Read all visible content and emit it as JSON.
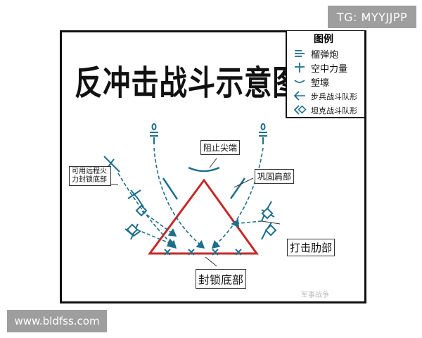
{
  "badges": {
    "tg": "TG: MYYJJPP",
    "url": "www.bldfss.com"
  },
  "title": "反冲击战斗示意图",
  "legend": {
    "title": "图例",
    "items": [
      {
        "icon": "mortar-icon",
        "label": "榴弹炮"
      },
      {
        "icon": "air-power-icon",
        "label": "空中力量"
      },
      {
        "icon": "trench-icon",
        "label": "堑壕"
      },
      {
        "icon": "infantry-formation-icon",
        "label": "步兵战斗队形"
      },
      {
        "icon": "tank-formation-icon",
        "label": "坦克战斗队形"
      }
    ]
  },
  "labels": {
    "block_tip": "阻止尖端",
    "consolidate_shoulder": "巩固肩部",
    "long_range_fire": "可用远程火力封锁底部",
    "strike_flank": "打击肋部",
    "block_base": "封锁底部"
  },
  "watermark": "军事战争",
  "colors": {
    "triangle": "#c62828",
    "unit": "#1f6f8b",
    "arrow": "#1f6f8b"
  }
}
